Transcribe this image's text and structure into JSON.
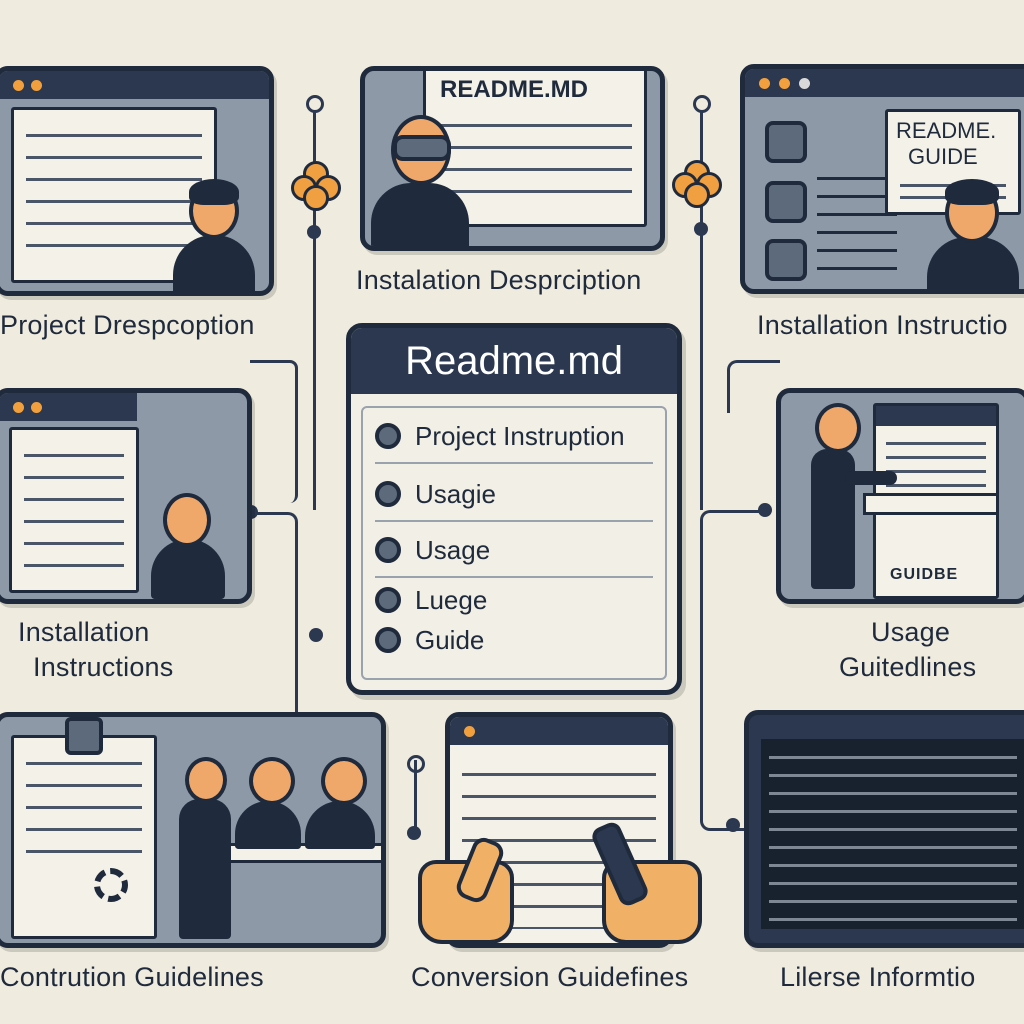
{
  "center_panel": {
    "title": "Readme.md",
    "items": [
      {
        "label": "Project  Instruption",
        "icon": "project-icon"
      },
      {
        "label": "Usagie",
        "icon": "usage-icon"
      },
      {
        "label": "Usage",
        "icon": "usage-icon-2"
      },
      {
        "label": "Luege",
        "icon": "luege-icon"
      },
      {
        "label": "Guide",
        "icon": "guide-icon"
      }
    ]
  },
  "panels": {
    "top_middle": {
      "doc_title": "README.MD"
    },
    "top_right": {
      "doc_title_line1": "README.",
      "doc_title_line2": "GUIDE"
    },
    "mid_right": {
      "doc_label": "GUIDBE"
    }
  },
  "captions": {
    "top_left": "Project Drespcoption",
    "top_middle": "Instalation Desprciption",
    "top_right": "Installation Instructio",
    "mid_left_line1": "Installation",
    "mid_left_line2": "Instructions",
    "mid_right_line1": "Usage",
    "mid_right_line2": "Guitedlines",
    "bottom_left": "Contrution Guidelines",
    "bottom_middle": "Conversion Guidefines",
    "bottom_right": "Lilerse Informtio"
  },
  "colors": {
    "background": "#efebdf",
    "navy": "#1f2a3c",
    "panel": "#8e99a8",
    "accent": "#f2a03d"
  }
}
